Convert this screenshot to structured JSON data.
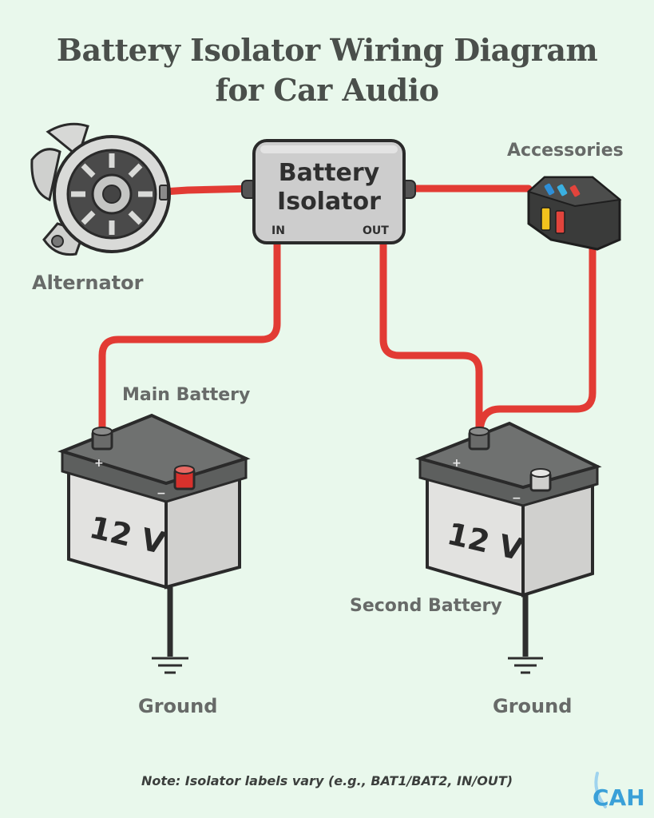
{
  "title": {
    "line1": "Battery Isolator Wiring Diagram",
    "line2": "for Car Audio"
  },
  "labels": {
    "alternator": "Alternator",
    "accessories": "Accessories",
    "main_battery": "Main Battery",
    "second_battery": "Second Battery",
    "ground_left": "Ground",
    "ground_right": "Ground"
  },
  "isolator": {
    "line1": "Battery",
    "line2": "Isolator",
    "in_label": "IN",
    "out_label": "OUT"
  },
  "batteries": {
    "main": {
      "voltage": "12 V",
      "pos_sign": "+",
      "neg_sign": "−"
    },
    "second": {
      "voltage": "12 V",
      "pos_sign": "+",
      "neg_sign": "−"
    }
  },
  "note": "Note: Isolator labels vary (e.g., BAT1/BAT2, IN/OUT)",
  "logo": {
    "text": "CAH"
  },
  "colors": {
    "background": "#e9f8ec",
    "wire": "#e23b34",
    "ground_wire": "#2e2e2e",
    "battery_top": "#6f7170",
    "battery_body": "#e2e2e0",
    "negative_terminal": "#d8312c"
  }
}
